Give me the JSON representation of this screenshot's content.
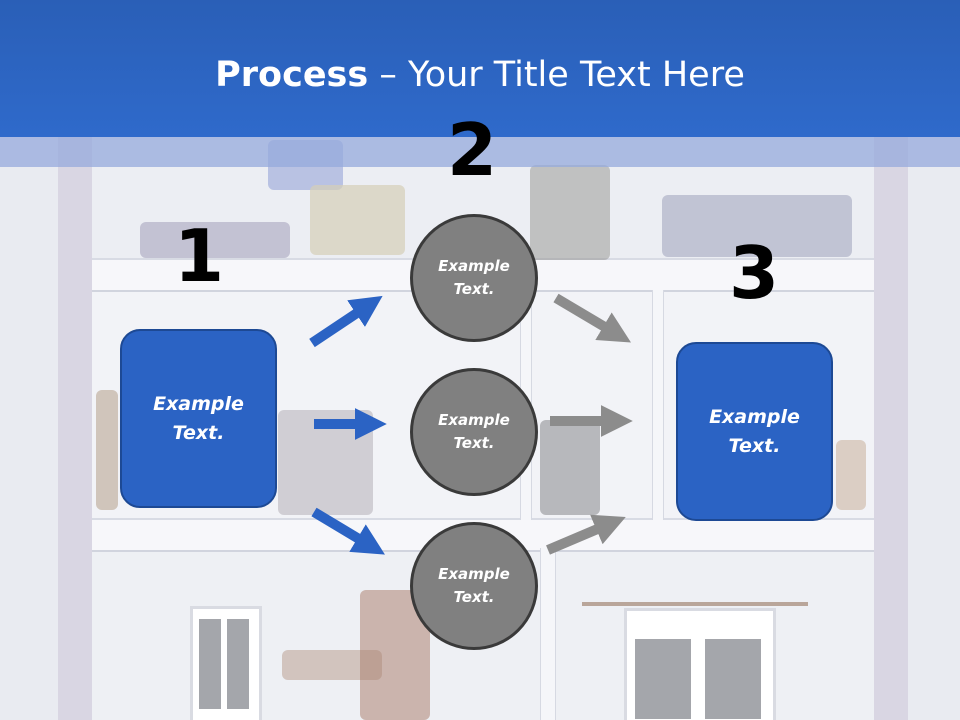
{
  "title": {
    "bold": "Process",
    "rest": " – Your Title Text Here"
  },
  "steps": [
    {
      "number": "1",
      "label": "Example Text."
    },
    {
      "number": "2",
      "items": [
        {
          "label": "Example Text."
        },
        {
          "label": "Example Text."
        },
        {
          "label": "Example Text."
        }
      ]
    },
    {
      "number": "3",
      "label": "Example Text."
    }
  ],
  "colors": {
    "header": "#2f6acb",
    "box_fill": "#2b63c4",
    "circle_fill": "#808080",
    "blue_arrow": "#2b63c4",
    "gray_arrow": "#8c8c8c"
  }
}
